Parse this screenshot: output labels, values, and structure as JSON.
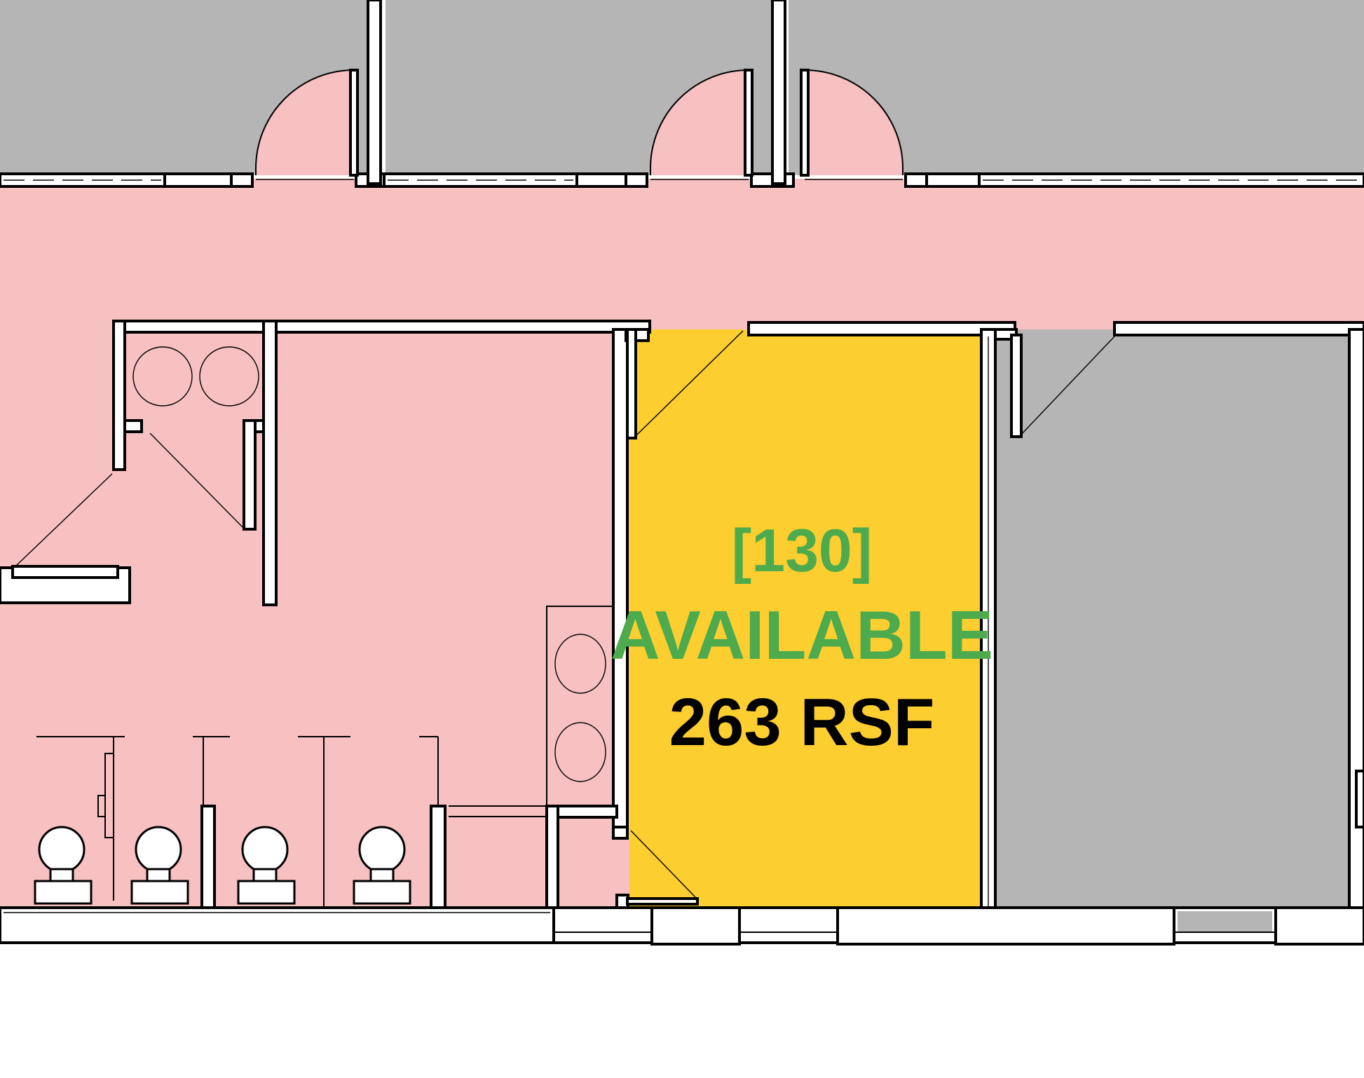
{
  "unit": {
    "number": "[130]",
    "status": "AVAILABLE",
    "area": "263 RSF"
  },
  "colors": {
    "common_area": "#f7c0c1",
    "available_suite": "#fcce30",
    "other_suite": "#b5b5b5",
    "label_green": "#4daa4d",
    "label_black": "#000000",
    "walls": "#000000",
    "background": "#ffffff"
  }
}
